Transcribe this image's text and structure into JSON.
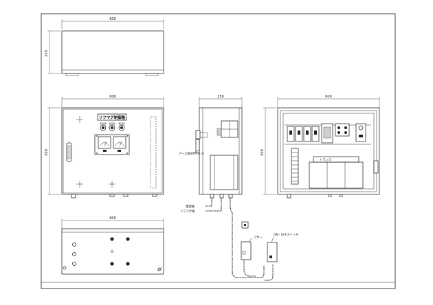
{
  "dimensions": {
    "top_width": "600",
    "top_depth": "250",
    "front_width": "600",
    "front_height": "500",
    "side_depth": "250",
    "inside_width": "600",
    "inside_height": "500",
    "bottom_width": "600"
  },
  "labels": {
    "nameplate": "リフマグ制御盤",
    "hinge": "アース端子(ヒンジ)",
    "cable_power": "電源線",
    "cable_magnet": "リフマグ線",
    "buzzer": "ブザー",
    "onoff_switch": "ON・OFFスイッチ",
    "transformer": "トランス"
  }
}
